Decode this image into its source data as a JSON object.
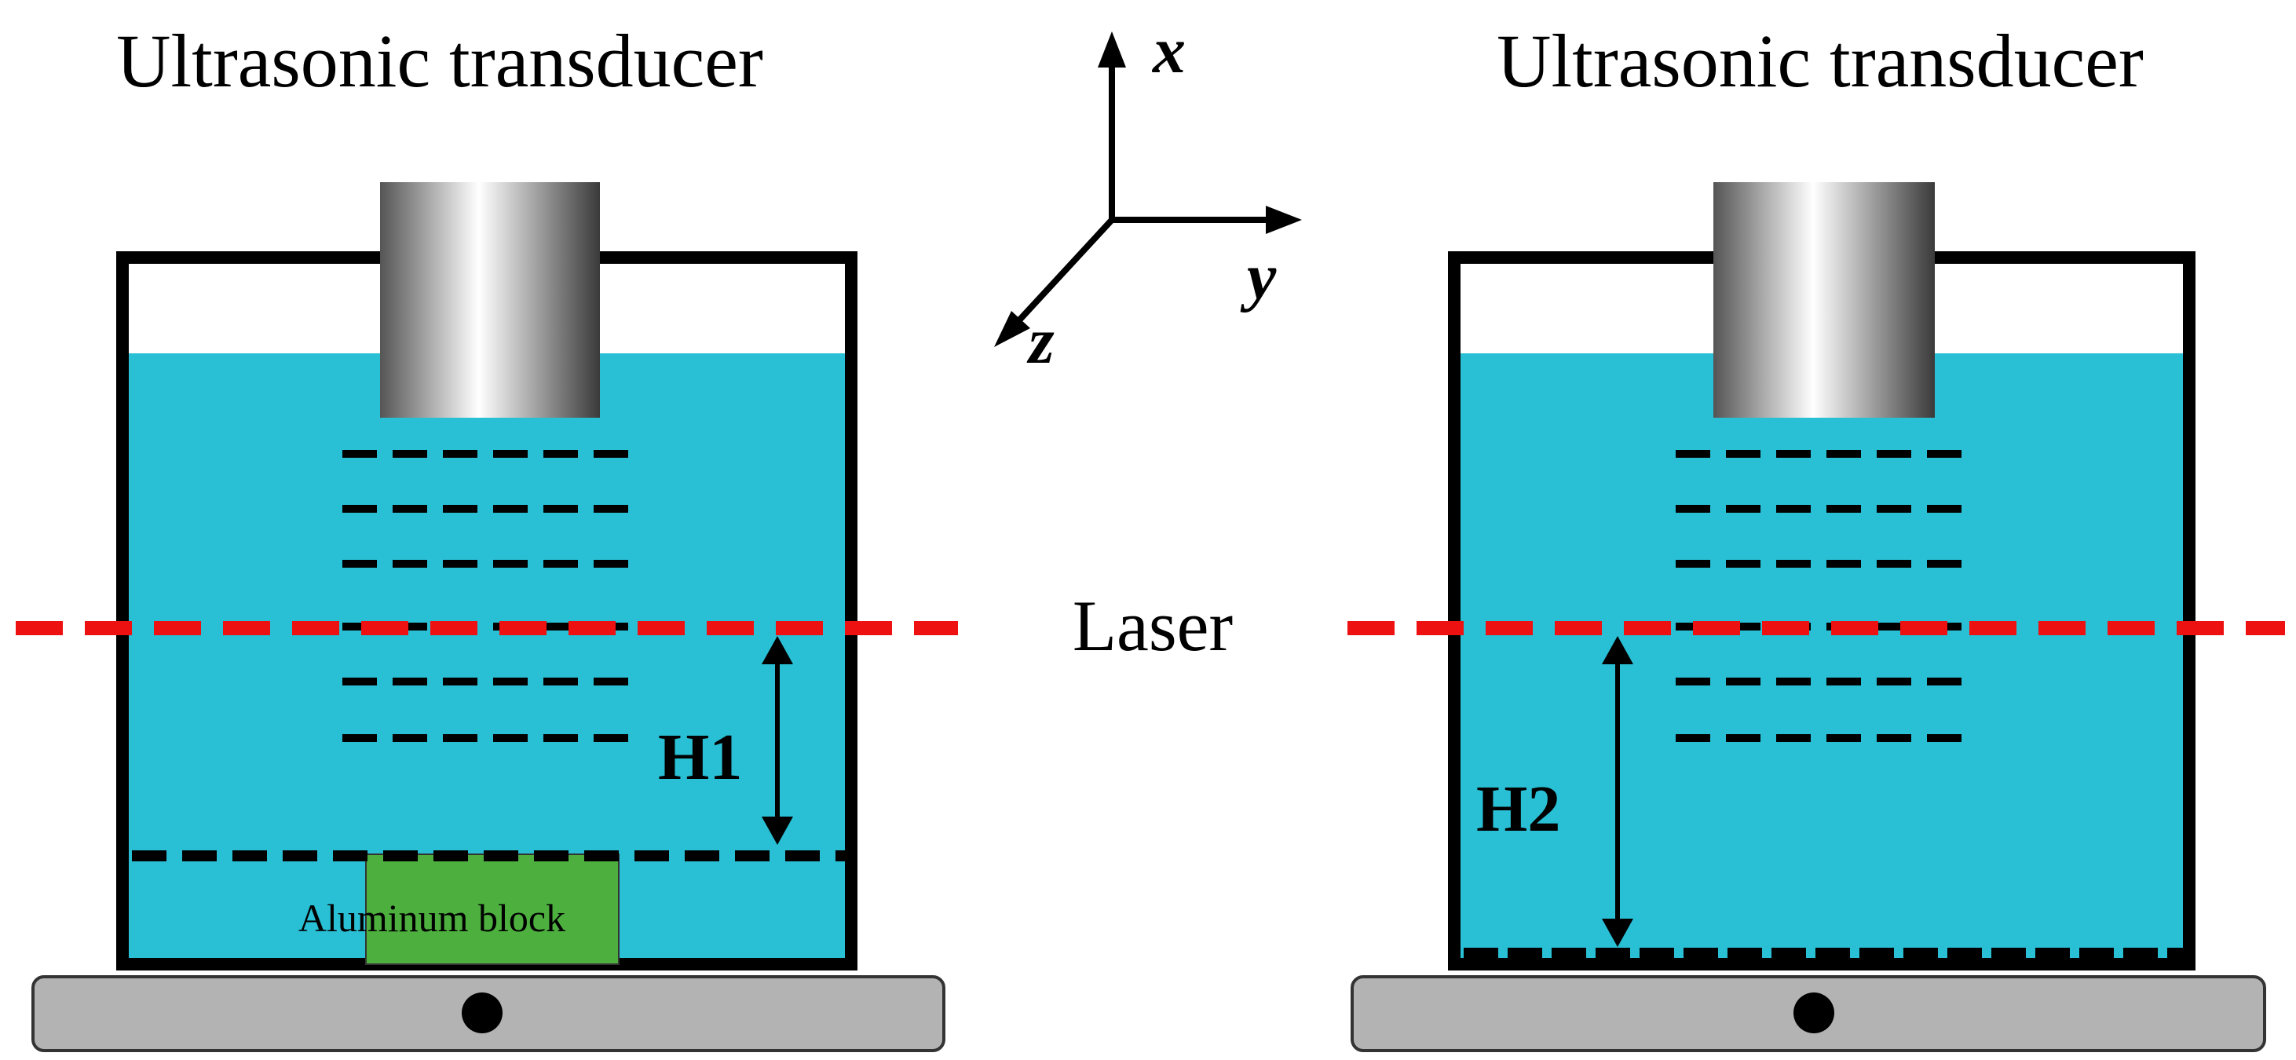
{
  "left_panel": {
    "title": "Ultrasonic transducer",
    "height_label": "H1",
    "block_label": "Aluminum  block"
  },
  "right_panel": {
    "title": "Ultrasonic transducer",
    "height_label": "H2"
  },
  "axes": {
    "x_label": "x",
    "y_label": "y",
    "z_label": "z"
  },
  "laser_label": "Laser",
  "colors": {
    "water": "#29bfd4",
    "laser": "#ee1111",
    "block": "#4caf3e",
    "base": "#b3b3b3",
    "outline": "#000000"
  }
}
